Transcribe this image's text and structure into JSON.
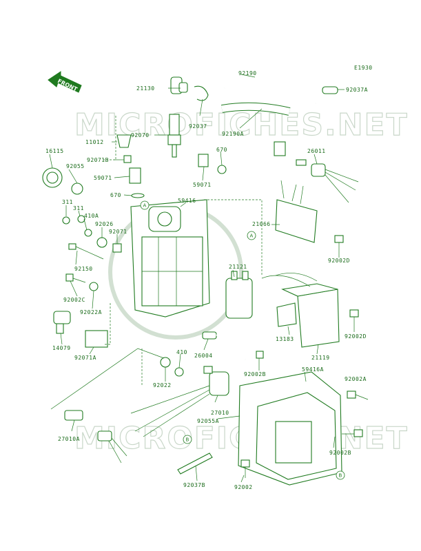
{
  "diagram": {
    "code": "E1930",
    "front_label": "FRONT",
    "watermark": "MICROFICHES.NET",
    "callouts": [
      "A",
      "A",
      "B",
      "B"
    ],
    "part_labels": [
      "92190",
      "21130",
      "92037A",
      "92037",
      "92190A",
      "11012",
      "92070",
      "16115",
      "92055",
      "92071B",
      "59071",
      "59071",
      "670",
      "26011",
      "670",
      "311",
      "311",
      "410A",
      "92026",
      "92071",
      "59416",
      "21066",
      "92002D",
      "92150",
      "21121",
      "92002C",
      "92022A",
      "92002D",
      "13183",
      "14079",
      "21119",
      "92071A",
      "410",
      "26004",
      "92022",
      "92002B",
      "59416A",
      "92002A",
      "27010",
      "92055A",
      "27010A",
      "92002B",
      "92037B",
      "92002"
    ]
  }
}
